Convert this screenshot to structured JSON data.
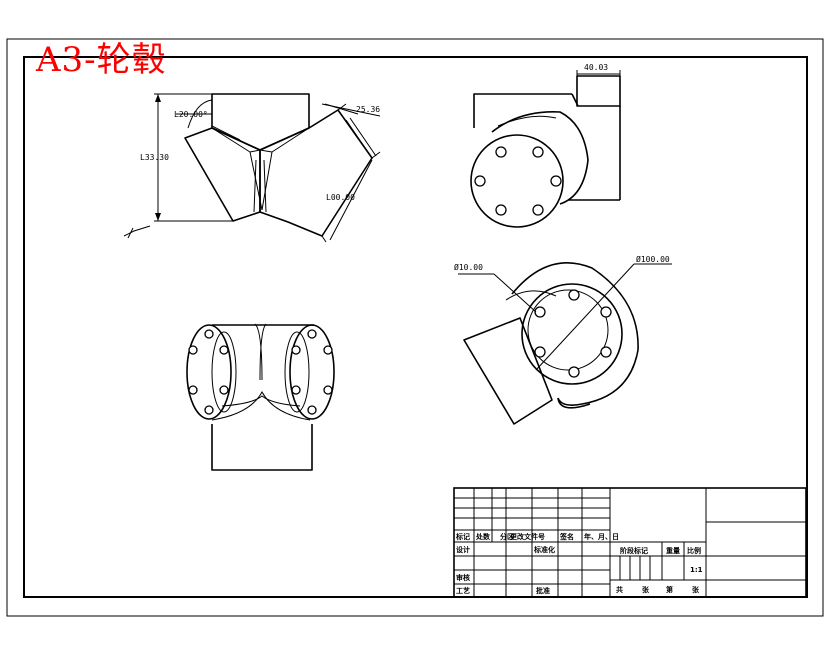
{
  "sheet": {
    "title": "A3-轮毂",
    "title_color": "#ff0000",
    "line_color": "#000000",
    "background": "#ffffff"
  },
  "front_view": {
    "angle_dim": "L20.00°",
    "height_dim": "L33.30",
    "length_dim": "L00.00",
    "arm_dim": "25.36"
  },
  "top_right_view": {
    "width_dim": "40.03"
  },
  "iso_view": {
    "small_dia": "Ø10.00",
    "large_dia": "Ø100.00"
  },
  "title_block": {
    "col_mark": "标记",
    "col_count": "处数",
    "col_zone": "分区",
    "col_doc": "更改文件号",
    "col_sign": "签名",
    "col_date": "年、月、日",
    "design": "设计",
    "standard": "标准化",
    "review": "审核",
    "process": "工艺",
    "approve": "批准",
    "stage_mark": "阶段标记",
    "weight": "重量",
    "scale_label": "比例",
    "scale_value": "1:1",
    "sheets_total": "共",
    "sheets_unit": "张",
    "sheet_no": "第",
    "sheet_unit": "张"
  }
}
